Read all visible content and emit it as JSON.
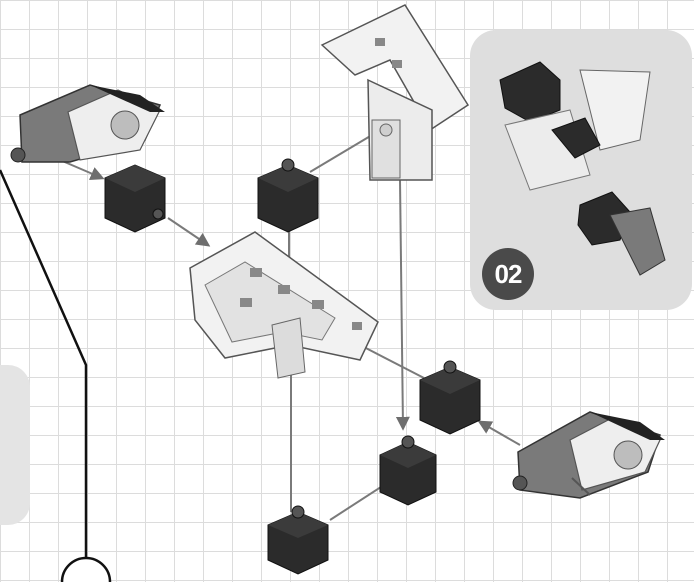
{
  "step": {
    "number": "02"
  },
  "parts": {
    "connector_cube": "black-connector-cube",
    "hub_piece": "white-six-way-hub",
    "elbow_piece": "white-elbow-bracket",
    "end_hinge": "grey-hinge-end-block"
  },
  "colors": {
    "cube": "#2b2b2b",
    "white_part": "#f2f2f2",
    "grey_part": "#7a7a7a",
    "panel": "#dedede",
    "badge": "#4a4a4a",
    "grid": "#dcdcdc"
  }
}
